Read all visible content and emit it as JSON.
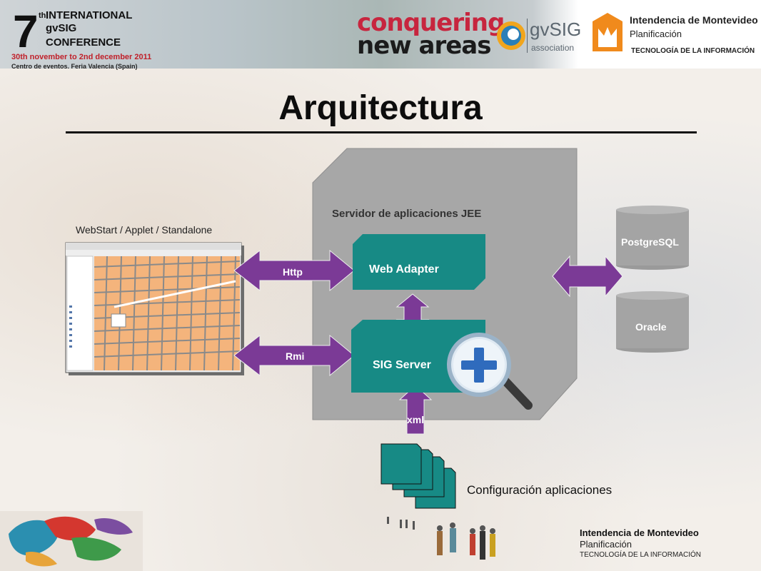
{
  "header": {
    "conference": {
      "number": "7",
      "ordinal": "th",
      "line1": "INTERNATIONAL",
      "line2": "gvSIG",
      "line3": "CONFERENCE",
      "dates": "30th november to 2nd december 2011",
      "venue": "Centro de eventos. Feria Valencia (Spain)"
    },
    "slogan": {
      "line1": "conquering",
      "line2": "new areas"
    },
    "gvsig_association": {
      "name": "gvSIG",
      "subtitle": "association"
    },
    "intendencia": {
      "name": "Intendencia de Montevideo",
      "department": "Planificación",
      "unit": "TECNOLOGÍA DE LA INFORMACIÓN"
    }
  },
  "slide": {
    "title": "Arquitectura"
  },
  "diagram": {
    "client_label": "WebStart / Applet / Standalone",
    "server_label": "Servidor de aplicaciones JEE",
    "web_adapter": "Web Adapter",
    "sig_server": "SIG Server",
    "http_label": "Http",
    "rmi_label": "Rmi",
    "xml_label": "xml",
    "db1": "PostgreSQL",
    "db2": "Oracle",
    "config_label": "Configuración aplicaciones",
    "colors": {
      "teal": "#178a85",
      "purple": "#7b3a96",
      "server_grey": "#a7a7a7",
      "db_grey": "#a4a4a4"
    }
  },
  "footer": {
    "name": "Intendencia de Montevideo",
    "department": "Planificación",
    "unit": "TECNOLOGÍA DE LA INFORMACIÓN"
  }
}
